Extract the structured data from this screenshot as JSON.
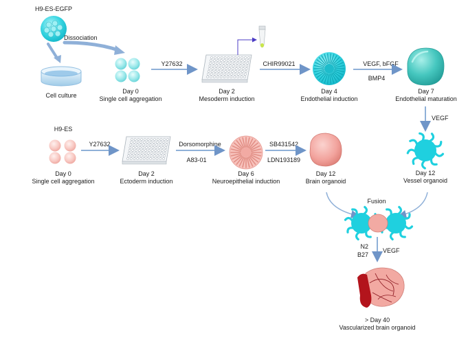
{
  "labels": {
    "h9_egfp": "H9-ES-EGFP",
    "dissociation": "Dissociation",
    "cell_culture": "Cell culture",
    "m_day0": "Day 0",
    "m_day0_desc": "Single cell aggregation",
    "m_reg1": "Y27632",
    "m_day2": "Day 2",
    "m_day2_desc": "Mesoderm induction",
    "m_reg2": "CHIR99021",
    "m_day4": "Day 4",
    "m_day4_desc": "Endothelial induction",
    "m_reg3a": "VEGF, bFGF",
    "m_reg3b": "BMP4",
    "m_day7": "Day 7",
    "m_day7_desc": "Endothelial maturation",
    "m_reg4": "VEGF",
    "v_day12": "Day 12",
    "v_day12_desc": "Vessel organoid",
    "h9": "H9-ES",
    "e_day0": "Day 0",
    "e_day0_desc": "Single cell aggregation",
    "e_reg1": "Y27632",
    "e_day2": "Day 2",
    "e_day2_desc": "Ectoderm induction",
    "e_reg2a": "Dorsomorphine",
    "e_reg2b": "A83-01",
    "e_day6": "Day 6",
    "e_day6_desc": "Neuroepithelial induction",
    "e_reg3a": "SB431542",
    "e_reg3b": "LDN193189",
    "b_day12": "Day 12",
    "b_day12_desc": "Brain organoid",
    "fusion": "Fusion",
    "f_reg_a": "N2",
    "f_reg_b": "B27",
    "f_reg_c": "VEGF",
    "final_day": "> Day 40",
    "final_desc": "Vascularized brain organoid"
  },
  "colors": {
    "cyan": "#25d0dc",
    "cyan_dark": "#0fb3c3",
    "teal": "#3dbdb5",
    "pink": "#f4b8b2",
    "brain": "#f09f9a",
    "arrow": "#8fb0d8",
    "arrow_dark": "#5a86c0",
    "purple": "#4b3bc4"
  }
}
